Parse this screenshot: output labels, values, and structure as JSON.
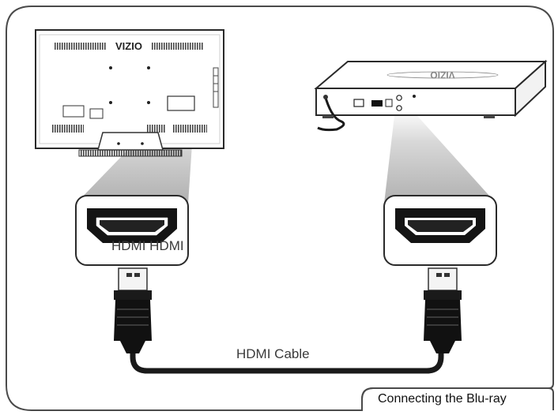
{
  "tv": {
    "brand_text": "VIZIO"
  },
  "player": {
    "brand_text": "VIZIO"
  },
  "labels": {
    "hdmi_port": "HDMI HDMI",
    "hdmi_cable": "HDMI Cable"
  },
  "caption": "Connecting the Blu-ray",
  "colors": {
    "frame": "#4a4a4a",
    "device_body": "#ffffff",
    "device_outline": "#2a2a2a",
    "zoom_beam": "#c6c6c6",
    "cable": "#1a1a1a",
    "label_text": "#3a3a3a"
  },
  "icons": [
    "hdmi-port-icon",
    "hdmi-plug-icon"
  ]
}
